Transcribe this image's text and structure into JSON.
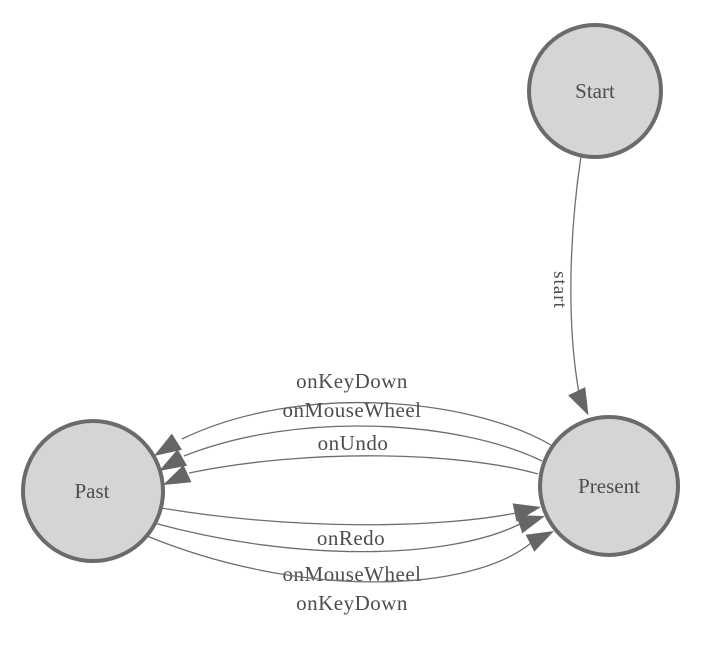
{
  "diagram": {
    "type": "state-machine",
    "nodes": [
      {
        "id": "Start",
        "label": "Start"
      },
      {
        "id": "Past",
        "label": "Past"
      },
      {
        "id": "Present",
        "label": "Present"
      }
    ],
    "edges": [
      {
        "from": "Start",
        "to": "Present",
        "label": "start"
      },
      {
        "from": "Present",
        "to": "Past",
        "label": "onKeyDown"
      },
      {
        "from": "Present",
        "to": "Past",
        "label": "onMouseWheel"
      },
      {
        "from": "Present",
        "to": "Past",
        "label": "onUndo"
      },
      {
        "from": "Past",
        "to": "Present",
        "label": "onRedo"
      },
      {
        "from": "Past",
        "to": "Present",
        "label": "onMouseWheel"
      },
      {
        "from": "Past",
        "to": "Present",
        "label": "onKeyDown"
      }
    ],
    "colors": {
      "node_fill": "#d5d5d5",
      "node_stroke": "#6b6b6b",
      "edge_stroke": "#6e6e6e",
      "arrow_fill": "#666666",
      "label_text": "#4d4d4d",
      "background": "#ffffff"
    }
  }
}
